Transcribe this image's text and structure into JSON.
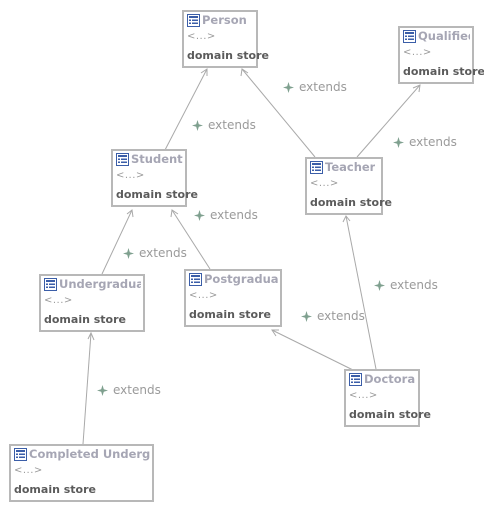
{
  "classes": [
    {
      "name": "Person",
      "stereotype": "<...>",
      "store": "domain store"
    },
    {
      "name": "Qualified",
      "stereotype": "<...>",
      "store": "domain store"
    },
    {
      "name": "Student",
      "stereotype": "<...>",
      "store": "domain store"
    },
    {
      "name": "Teacher",
      "stereotype": "<...>",
      "store": "domain store"
    },
    {
      "name": "Undergraduate",
      "stereotype": "<...>",
      "store": "domain store"
    },
    {
      "name": "Postgraduate",
      "stereotype": "<...>",
      "store": "domain store"
    },
    {
      "name": "Doctoral",
      "stereotype": "<...>",
      "store": "domain store"
    },
    {
      "name": "Completed Undergrad",
      "stereotype": "<...>",
      "store": "domain store"
    }
  ],
  "relations": [
    {
      "from": "Student",
      "to": "Person",
      "label": "extends"
    },
    {
      "from": "Teacher",
      "to": "Person",
      "label": "extends"
    },
    {
      "from": "Teacher",
      "to": "Qualified",
      "label": "extends"
    },
    {
      "from": "Undergraduate",
      "to": "Student",
      "label": "extends"
    },
    {
      "from": "Postgraduate",
      "to": "Student",
      "label": "extends"
    },
    {
      "from": "Doctoral",
      "to": "Teacher",
      "label": "extends"
    },
    {
      "from": "Doctoral",
      "to": "Postgraduate",
      "label": "extends"
    },
    {
      "from": "Completed Undergrad",
      "to": "Undergraduate",
      "label": "extends"
    }
  ],
  "colors": {
    "edge": "#a9a9a9",
    "border": "#b8b8b8",
    "title": "#a6a6b4",
    "store": "#5b5b5b",
    "spark": "#7fa08f"
  }
}
